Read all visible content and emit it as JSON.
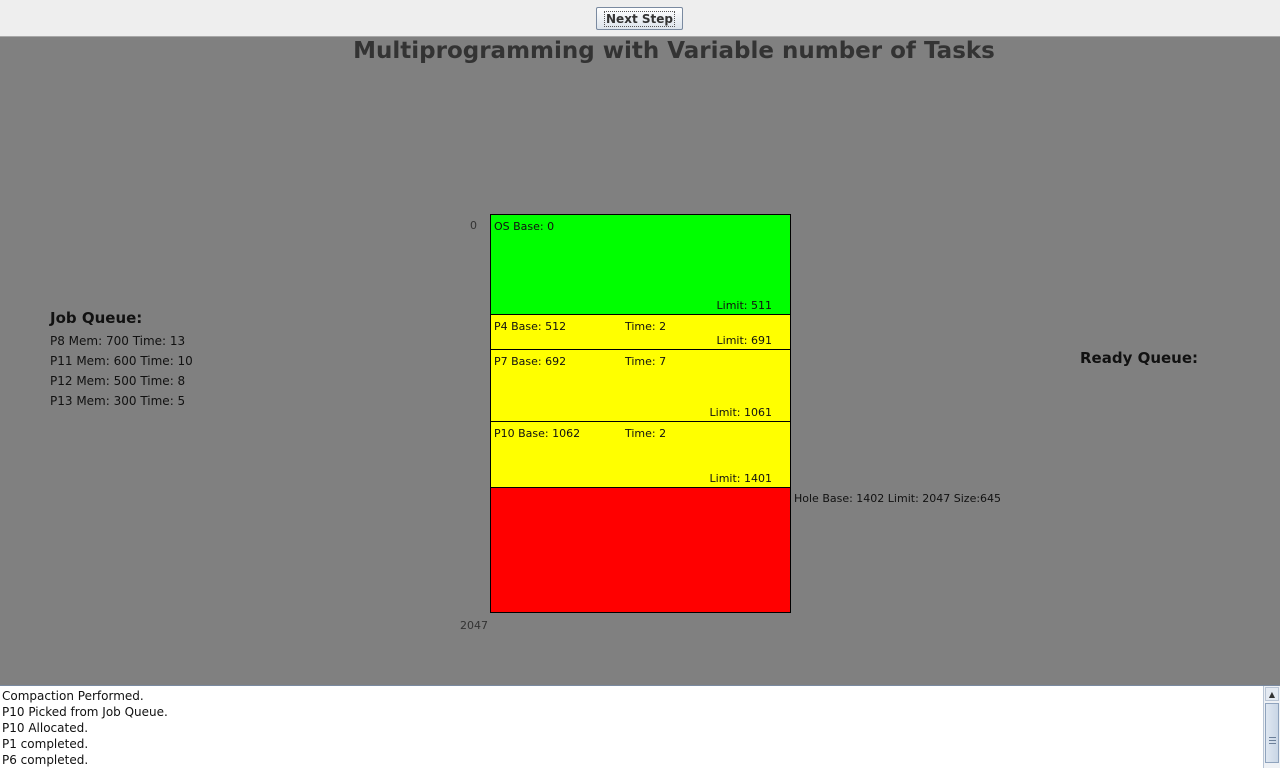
{
  "toolbar": {
    "next_step_label": "Next Step"
  },
  "title": "Multiprogramming with Variable number of Tasks",
  "job_queue": {
    "heading": "Job Queue:",
    "items": [
      "P8 Mem: 700 Time: 13",
      "P11 Mem: 600 Time: 10",
      "P12 Mem: 500 Time: 8",
      "P13 Mem: 300 Time: 5"
    ]
  },
  "ready_queue": {
    "heading": "Ready Queue:"
  },
  "memory": {
    "start_label": "0",
    "end_label": "2047",
    "os": {
      "base": "OS Base: 0",
      "limit": "Limit: 511"
    },
    "blocks": [
      {
        "base": "P4 Base: 512",
        "time": "Time: 2",
        "limit": "Limit: 691"
      },
      {
        "base": "P7 Base: 692",
        "time": "Time: 7",
        "limit": "Limit: 1061"
      },
      {
        "base": "P10 Base: 1062",
        "time": "Time: 2",
        "limit": "Limit: 1401"
      }
    ],
    "hole": {
      "label": "Hole Base: 1402 Limit: 2047 Size:645"
    }
  },
  "colors": {
    "os": "#00ff00",
    "process": "#ffff00",
    "hole": "#ff0000",
    "background": "#808080"
  },
  "log": {
    "lines": [
      "Compaction Performed.",
      "P10 Picked from Job Queue.",
      "P10 Allocated.",
      "P1 completed.",
      "P6 completed."
    ]
  }
}
